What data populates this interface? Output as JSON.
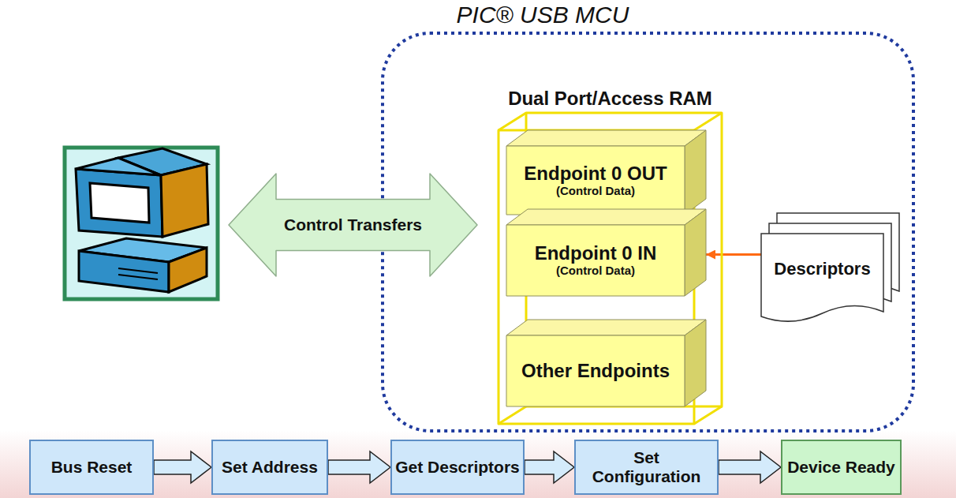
{
  "diagram": {
    "nodes": [
      {
        "text": [
          "PIC® USB MCU"
        ]
      },
      {
        "text": [
          "Dual Port/Access RAM"
        ],
        "in": 0
      },
      {
        "text": [
          "Endpoint 0 OUT",
          "(Control Data)"
        ],
        "in": 1
      },
      {
        "text": [
          "Endpoint 0 IN",
          "(Control Data)"
        ],
        "in": 1
      },
      {
        "text": [
          "Other Endpoints"
        ],
        "in": 1
      },
      {
        "text": [
          "Descriptors"
        ],
        "in": 0
      },
      {
        "text": [
          "Control Transfers"
        ]
      },
      {
        "text": [
          "Bus Reset"
        ]
      },
      {
        "text": [
          "Set Address"
        ]
      },
      {
        "text": [
          "Get Descriptors"
        ]
      },
      {
        "text": [
          "Set Configuration"
        ]
      },
      {
        "text": [
          "Device Ready"
        ]
      }
    ],
    "edges": [
      {
        "from": 5,
        "to": 3,
        "arrow": "to"
      },
      {
        "from": 7,
        "to": 8,
        "arrow": "to"
      },
      {
        "from": 8,
        "to": 9,
        "arrow": "to"
      },
      {
        "from": 9,
        "to": 10,
        "arrow": "to"
      },
      {
        "from": 10,
        "to": 11,
        "arrow": "to"
      }
    ]
  }
}
